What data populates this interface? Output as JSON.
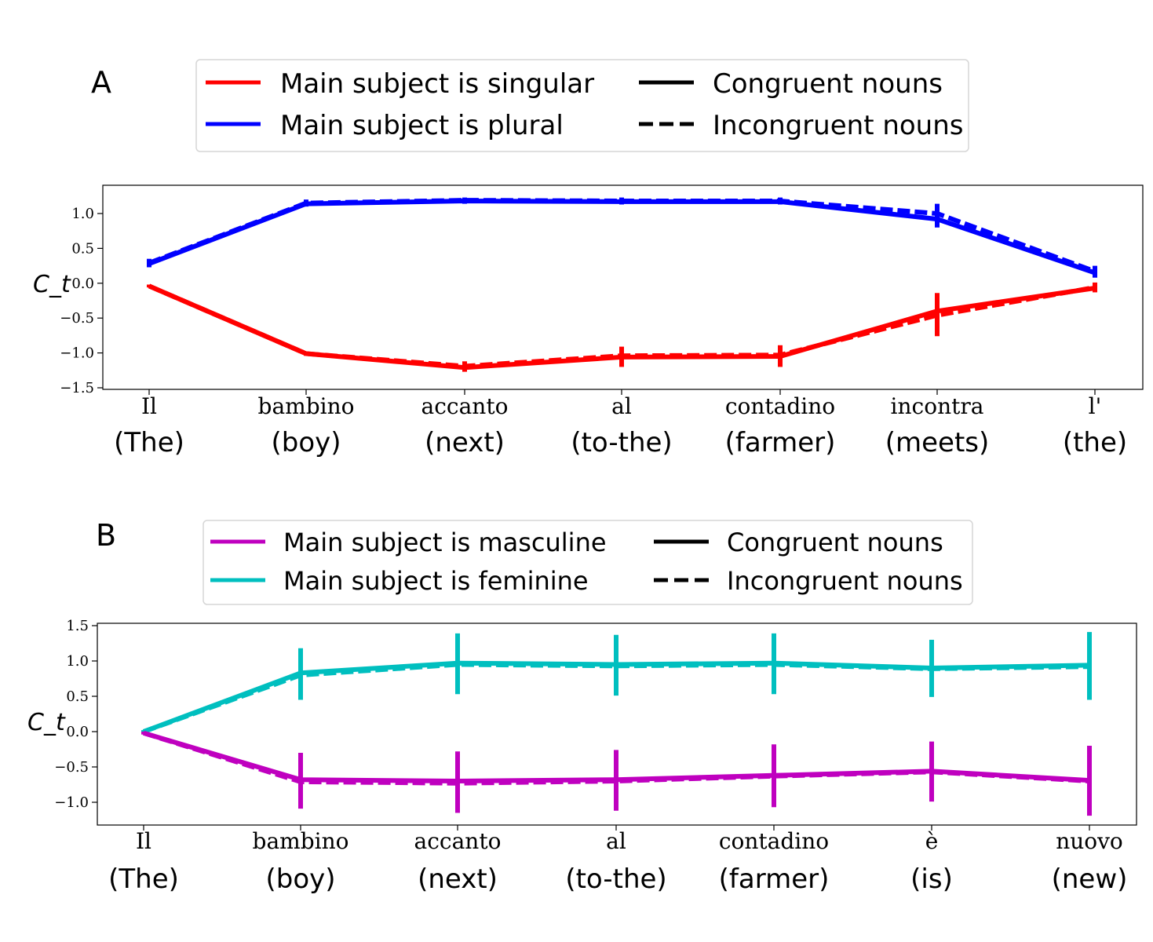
{
  "chart_data": [
    {
      "type": "line",
      "panel_label": "A",
      "ylabel": "C_t",
      "ylim": [
        -1.5,
        1.35
      ],
      "yticks": [
        1.0,
        0.5,
        0.0,
        -0.5,
        -1.0,
        -1.5
      ],
      "ytick_labels": [
        "1.0",
        "0.5",
        "0.0",
        "−0.5",
        "−1.0",
        "−1.5"
      ],
      "categories": [
        "Il",
        "bambino",
        "accanto",
        "al",
        "contadino",
        "incontra",
        "l'"
      ],
      "translations": [
        "(The)",
        "(boy)",
        "(next)",
        "(to-the)",
        "(farmer)",
        "(meets)",
        "(the)"
      ],
      "legend": {
        "placement": "top",
        "colors": [
          {
            "label": "Main subject is singular",
            "color": "#ff0000"
          },
          {
            "label": "Main subject is plural",
            "color": "#0000ff"
          }
        ],
        "styles": [
          {
            "label": "Congruent nouns",
            "dash": false
          },
          {
            "label": "Incongruent nouns",
            "dash": true
          }
        ]
      },
      "series": [
        {
          "color": "#0000ff",
          "dashed": false,
          "values": [
            0.28,
            1.14,
            1.18,
            1.17,
            1.17,
            0.92,
            0.15
          ],
          "err": [
            0.05,
            0.04,
            0.04,
            0.04,
            0.04,
            0.12,
            0.07
          ]
        },
        {
          "color": "#0000ff",
          "dashed": true,
          "values": [
            0.29,
            1.15,
            1.19,
            1.18,
            1.18,
            1.0,
            0.17
          ],
          "err": [
            0.06,
            0.05,
            0.04,
            0.05,
            0.05,
            0.14,
            0.08
          ]
        },
        {
          "color": "#ff0000",
          "dashed": false,
          "values": [
            -0.04,
            -1.01,
            -1.21,
            -1.06,
            -1.05,
            -0.4,
            -0.07
          ],
          "err": [
            0.02,
            0.03,
            0.06,
            0.14,
            0.15,
            0.26,
            0.06
          ]
        },
        {
          "color": "#ff0000",
          "dashed": true,
          "values": [
            -0.04,
            -1.01,
            -1.19,
            -1.04,
            -1.03,
            -0.46,
            -0.06
          ],
          "err": [
            0.02,
            0.03,
            0.07,
            0.13,
            0.14,
            0.3,
            0.07
          ]
        }
      ]
    },
    {
      "type": "line",
      "panel_label": "B",
      "ylabel": "C_t",
      "ylim": [
        -1.32,
        1.52
      ],
      "yticks": [
        1.5,
        1.0,
        0.5,
        0.0,
        -0.5,
        -1.0
      ],
      "ytick_labels": [
        "1.5",
        "1.0",
        "0.5",
        "0.0",
        "−0.5",
        "−1.0"
      ],
      "categories": [
        "Il",
        "bambino",
        "accanto",
        "al",
        "contadino",
        "è",
        "nuovo"
      ],
      "translations": [
        "(The)",
        "(boy)",
        "(next)",
        "(to-the)",
        "(farmer)",
        "(is)",
        "(new)"
      ],
      "legend": {
        "placement": "top",
        "colors": [
          {
            "label": "Main subject is masculine",
            "color": "#bf00bf"
          },
          {
            "label": "Main subject is feminine",
            "color": "#00bfbf"
          }
        ],
        "styles": [
          {
            "label": "Congruent nouns",
            "dash": false
          },
          {
            "label": "Incongruent nouns",
            "dash": true
          }
        ]
      },
      "series": [
        {
          "color": "#00bfbf",
          "dashed": false,
          "values": [
            0.0,
            0.83,
            0.97,
            0.95,
            0.97,
            0.9,
            0.94
          ],
          "err": [
            0.02,
            0.35,
            0.42,
            0.42,
            0.42,
            0.4,
            0.47
          ]
        },
        {
          "color": "#00bfbf",
          "dashed": true,
          "values": [
            0.0,
            0.8,
            0.95,
            0.93,
            0.95,
            0.89,
            0.92
          ],
          "err": [
            0.02,
            0.35,
            0.42,
            0.42,
            0.42,
            0.4,
            0.47
          ]
        },
        {
          "color": "#bf00bf",
          "dashed": false,
          "values": [
            -0.02,
            -0.68,
            -0.7,
            -0.68,
            -0.62,
            -0.56,
            -0.69
          ],
          "err": [
            0.02,
            0.38,
            0.42,
            0.42,
            0.44,
            0.42,
            0.49
          ]
        },
        {
          "color": "#bf00bf",
          "dashed": true,
          "values": [
            -0.02,
            -0.71,
            -0.73,
            -0.7,
            -0.63,
            -0.57,
            -0.7
          ],
          "err": [
            0.02,
            0.38,
            0.42,
            0.42,
            0.44,
            0.42,
            0.49
          ]
        }
      ]
    }
  ]
}
